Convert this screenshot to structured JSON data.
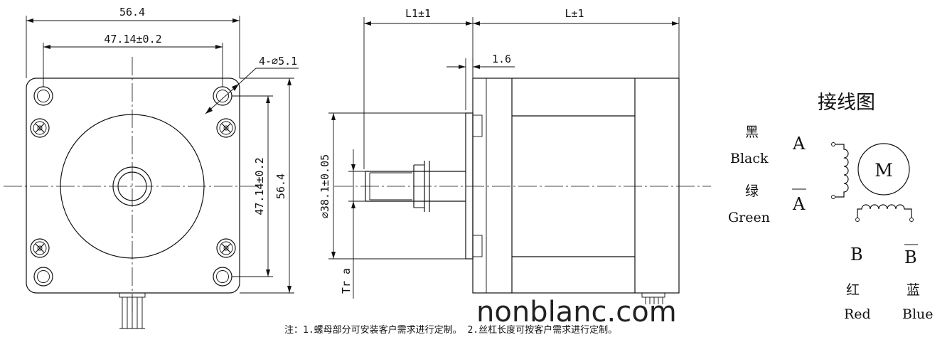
{
  "front_view": {
    "dim_width": "56.4",
    "dim_hole_spacing_h": "47.14±0.2",
    "dim_holes": "4-⌀5.1",
    "dim_hole_spacing_v": "47.14±0.2",
    "dim_height": "56.4"
  },
  "side_view": {
    "dim_l1": "L1±1",
    "dim_l": "L±1",
    "dim_flange": "1.6",
    "dim_boss": "⌀38.1±0.05",
    "dim_tr": "Tr a"
  },
  "wiring": {
    "title": "接线图",
    "black_cn": "黑",
    "black_en": "Black",
    "phase_a": "A",
    "green_cn": "绿",
    "green_en": "Green",
    "phase_a_bar": "A",
    "motor": "M",
    "phase_b": "B",
    "phase_b_bar": "B",
    "red_cn": "红",
    "red_en": "Red",
    "blue_cn": "蓝",
    "blue_en": "Blue"
  },
  "watermark": "nonblanc.com",
  "note": "注：1.螺母部分可安装客户需求进行定制。 2.丝杠长度可按客户需求进行定制。"
}
